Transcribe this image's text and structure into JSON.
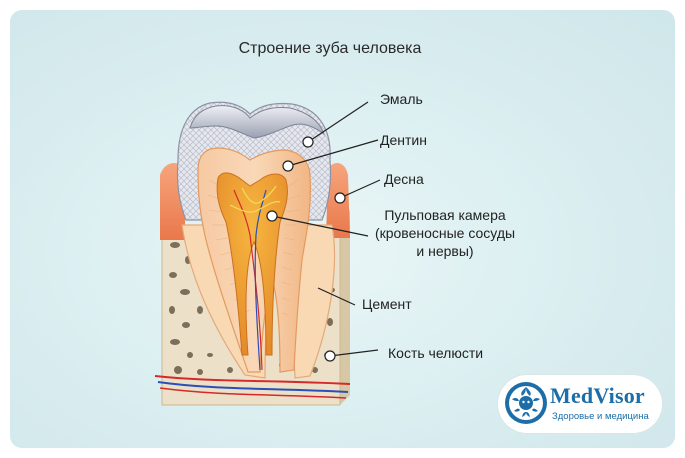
{
  "title": "Строение зуба человека",
  "labels": {
    "enamel": "Эмаль",
    "dentin": "Дентин",
    "gum": "Десна",
    "pulp_line1": "Пульповая камера",
    "pulp_line2": "(кровеносные сосуды",
    "pulp_line3": "и нервы)",
    "cement": "Цемент",
    "jaw_bone": "Кость челюсти"
  },
  "logo": {
    "brand": "MedVisor",
    "tagline": "Здоровье и медицина"
  },
  "colors": {
    "enamel": "#c9ccd6",
    "dentin": "#f3b98a",
    "gum": "#f08a5d",
    "bone": "#e9dcc2",
    "artery": "#d42a2a",
    "vein": "#2a4fb8",
    "brand": "#1d6ea8"
  }
}
